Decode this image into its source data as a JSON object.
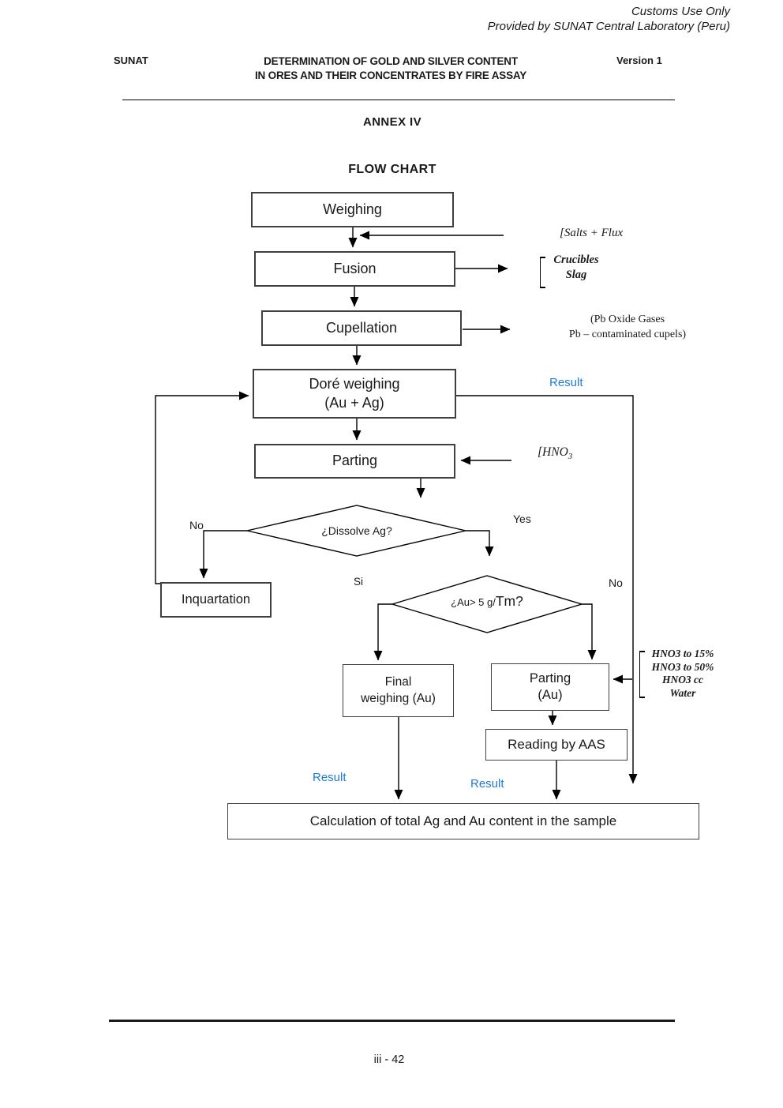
{
  "meta": {
    "customs_line1": "Customs Use Only",
    "customs_line2": "Provided by SUNAT Central Laboratory (Peru)"
  },
  "header": {
    "org": "SUNAT",
    "title_line1": "DETERMINATION OF GOLD AND SILVER CONTENT",
    "title_line2": "IN ORES AND THEIR CONCENTRATES BY FIRE ASSAY",
    "version": "Version 1"
  },
  "titles": {
    "annex": "ANNEX IV",
    "flow_chart": "FLOW CHART"
  },
  "flowchart": {
    "nodes": {
      "weighing": "Weighing",
      "fusion": "Fusion",
      "cupellation": "Cupellation",
      "dore_line1": "Doré weighing",
      "dore_line2": "(Au + Ag)",
      "parting": "Parting",
      "inquartation": "Inquartation",
      "final_line1": "Final",
      "final_line2": "weighing (Au)",
      "parting_au_line1": "Parting",
      "parting_au_line2": "(Au)",
      "reading_aas": "Reading by AAS",
      "calculation": "Calculation of total Ag and Au content in the sample"
    },
    "decisions": {
      "dissolve_ag": "¿Dissolve Ag?",
      "au_grade_part1": "¿Au> 5 g/",
      "au_grade_part2": "Tm?"
    },
    "branches": {
      "no_dissolve": "No",
      "yes_dissolve": "Yes",
      "si_au": "Si",
      "no_au": "No"
    },
    "annotations": {
      "salts_flux": "[Salts + Flux",
      "crucibles": "Crucibles",
      "slag": "Slag",
      "pb_line1": "(Pb Oxide Gases",
      "pb_line2": "Pb – contaminated cupels)",
      "hno3_main": "[HNO",
      "hno3_sub": "3",
      "reagents": [
        "HNO3 to 15%",
        "HNO3 to 50%",
        "HNO3 cc",
        "Water"
      ]
    },
    "results": {
      "dore": "Result",
      "final": "Result",
      "aas": "Result"
    }
  },
  "footer": {
    "page_number": "iii - 42"
  },
  "colors": {
    "result_blue": "#1F7CD6",
    "line": "#000000"
  }
}
